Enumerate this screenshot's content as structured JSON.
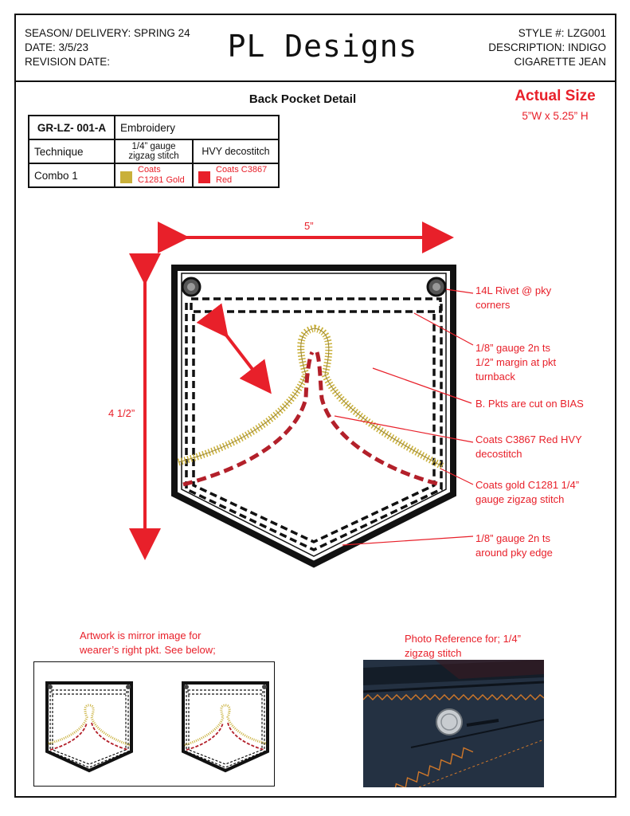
{
  "header": {
    "season_line": "SEASON/ DELIVERY:  SPRING 24",
    "date_line": "DATE: 3/5/23",
    "revision_line": "REVISION DATE:",
    "brand": "PL Designs",
    "style_line": "STYLE #: LZG001",
    "description_line": "DESCRIPTION: INDIGO",
    "description_line2": "CIGARETTE JEAN"
  },
  "section_title": "Back Pocket Detail",
  "actual_size": {
    "label": "Actual Size",
    "dimensions": "5”W x 5.25” H"
  },
  "spec_table": {
    "code": "GR-LZ- 001-A",
    "heading": "Embroidery",
    "technique_label": "Technique",
    "technique_1": "1/4” gauge zigzag stitch",
    "technique_2": "HVY decostitch",
    "combo_label": "Combo 1",
    "combo_1": "Coats C1281 Gold",
    "combo_2": "Coats C3867 Red"
  },
  "measurements": {
    "width": "5”",
    "height": "4 1/2”"
  },
  "callouts": {
    "rivet": "14L Rivet @ pky corners",
    "turnback": "1/8” gauge 2n ts 1/2” margin at pkt turnback",
    "bias": "B. Pkts are cut on BIAS",
    "red_stitch": "Coats C3867 Red HVY decostitch",
    "gold_stitch": "Coats gold C1281 1/4” gauge zigzag stitch",
    "edge": "1/8” gauge 2n ts around pky edge"
  },
  "notes": {
    "mirror": "Artwork is mirror image for wearer’s right pkt. See below;",
    "photo_ref": "Photo Reference for; 1/4” zigzag stitch"
  },
  "colors": {
    "annotation_red": "#e8202a",
    "thread_gold": "#c9b03a",
    "thread_red": "#b3202a",
    "denim": "#1e2b3a",
    "topstitch_orange": "#d0782a"
  }
}
